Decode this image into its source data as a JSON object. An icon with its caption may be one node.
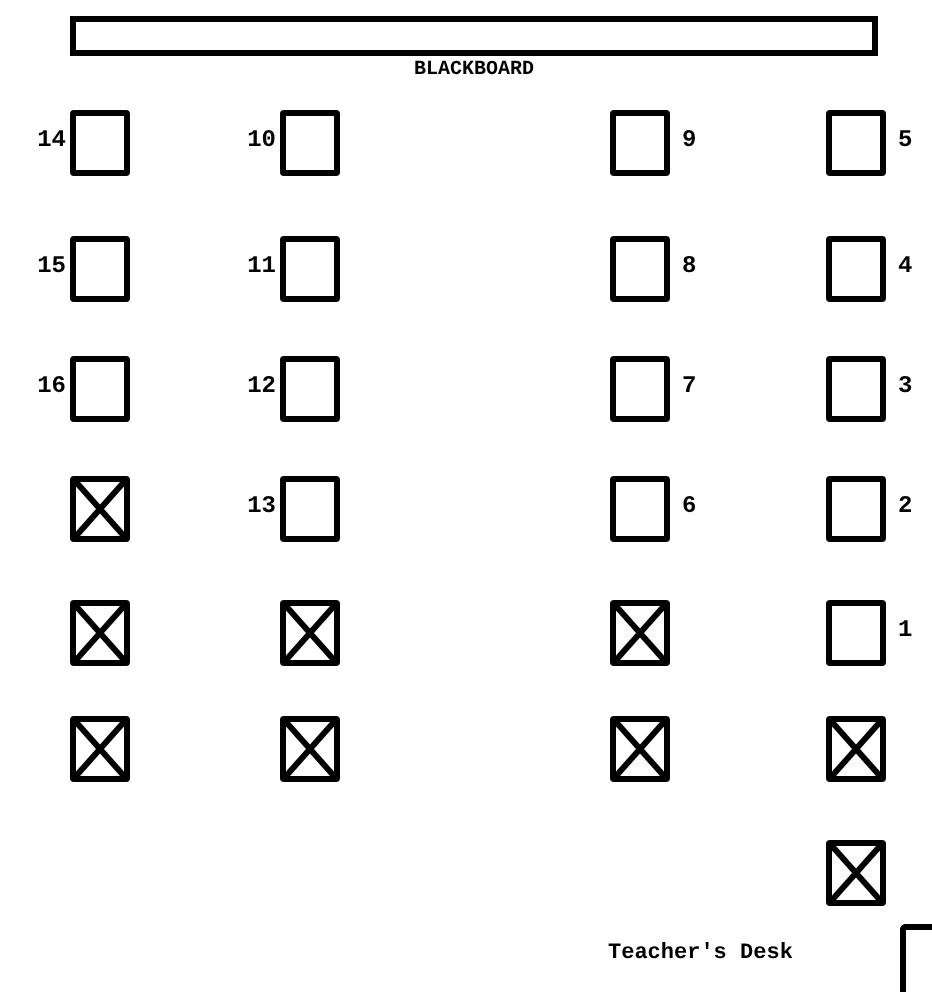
{
  "diagram": {
    "nodes": [
      {
        "text": [
          "BLACKBOARD"
        ]
      },
      {
        "text": [],
        "shape": "box",
        "beside": [
          "14"
        ]
      },
      {
        "text": [],
        "shape": "box",
        "beside": [
          "10"
        ]
      },
      {
        "text": [],
        "shape": "box",
        "beside": [
          "9"
        ]
      },
      {
        "text": [],
        "shape": "box",
        "beside": [
          "5"
        ]
      },
      {
        "text": [],
        "shape": "box",
        "beside": [
          "15"
        ]
      },
      {
        "text": [],
        "shape": "box",
        "beside": [
          "11"
        ]
      },
      {
        "text": [],
        "shape": "box",
        "beside": [
          "8"
        ]
      },
      {
        "text": [],
        "shape": "box",
        "beside": [
          "4"
        ]
      },
      {
        "text": [],
        "shape": "box",
        "beside": [
          "16"
        ]
      },
      {
        "text": [],
        "shape": "box",
        "beside": [
          "12"
        ]
      },
      {
        "text": [],
        "shape": "box",
        "beside": [
          "7"
        ]
      },
      {
        "text": [],
        "shape": "box",
        "beside": [
          "3"
        ]
      },
      {
        "text": [],
        "shape": "cross"
      },
      {
        "text": [],
        "shape": "box",
        "beside": [
          "13"
        ]
      },
      {
        "text": [],
        "shape": "box",
        "beside": [
          "6"
        ]
      },
      {
        "text": [],
        "shape": "box",
        "beside": [
          "2"
        ]
      },
      {
        "text": [],
        "shape": "cross"
      },
      {
        "text": [],
        "shape": "cross"
      },
      {
        "text": [],
        "shape": "cross"
      },
      {
        "text": [],
        "shape": "box",
        "beside": [
          "1"
        ]
      },
      {
        "text": [],
        "shape": "cross"
      },
      {
        "text": [],
        "shape": "cross"
      },
      {
        "text": [],
        "shape": "cross"
      },
      {
        "text": [],
        "shape": "cross"
      },
      {
        "text": [],
        "shape": "cross"
      },
      {
        "text": [
          "Teacher's Desk"
        ]
      }
    ]
  }
}
